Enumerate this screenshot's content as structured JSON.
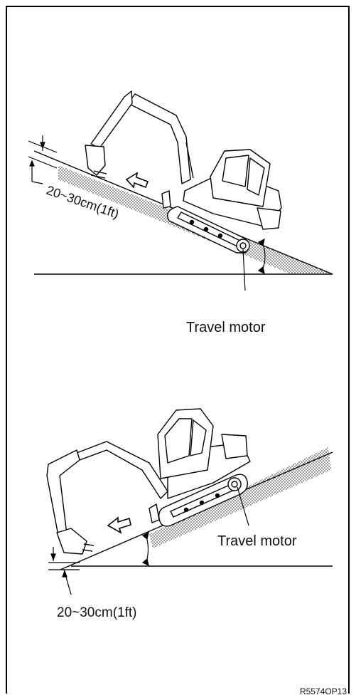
{
  "top_panel": {
    "clearance_label": "20~30cm(1ft)",
    "motor_label": "Travel motor"
  },
  "bottom_panel": {
    "motor_label": "Travel motor",
    "clearance_label": "20~30cm(1ft)"
  },
  "figure_code": "R5574OP13"
}
